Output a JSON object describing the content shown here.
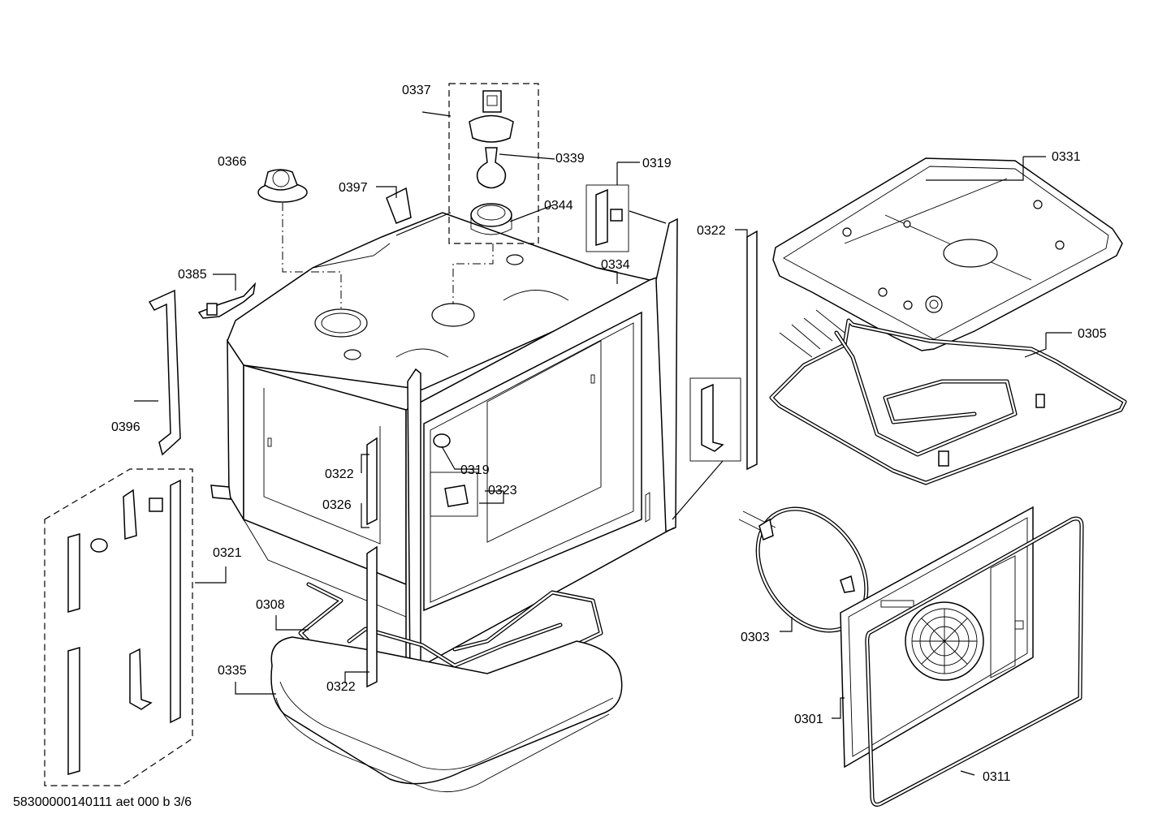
{
  "diagram": {
    "document_id": "58300000140111 aet 000 b 3/6",
    "part_labels": {
      "p0301": "0301",
      "p0303": "0303",
      "p0305": "0305",
      "p0308": "0308",
      "p0311": "0311",
      "p0319a": "0319",
      "p0319b": "0319",
      "p0321": "0321",
      "p0322a": "0322",
      "p0322b": "0322",
      "p0322c": "0322",
      "p0323": "0323",
      "p0326": "0326",
      "p0331": "0331",
      "p0334": "0334",
      "p0335": "0335",
      "p0337": "0337",
      "p0339": "0339",
      "p0344": "0344",
      "p0366": "0366",
      "p0385": "0385",
      "p0396": "0396",
      "p0397": "0397"
    }
  }
}
